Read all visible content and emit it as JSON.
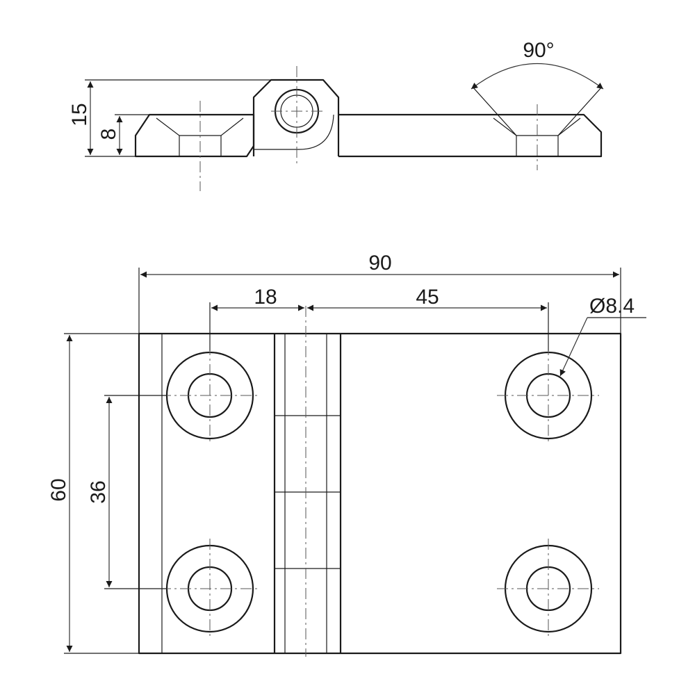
{
  "drawing": {
    "side_view": {
      "height_total": "15",
      "leaf_thickness": "8",
      "countersink_angle": "90°"
    },
    "top_view": {
      "overall_width": "90",
      "hole_offset": "18",
      "hole_spacing_horizontal": "45",
      "hole_diameter": "Ø8.4",
      "overall_height": "60",
      "hole_spacing_vertical": "36"
    }
  }
}
